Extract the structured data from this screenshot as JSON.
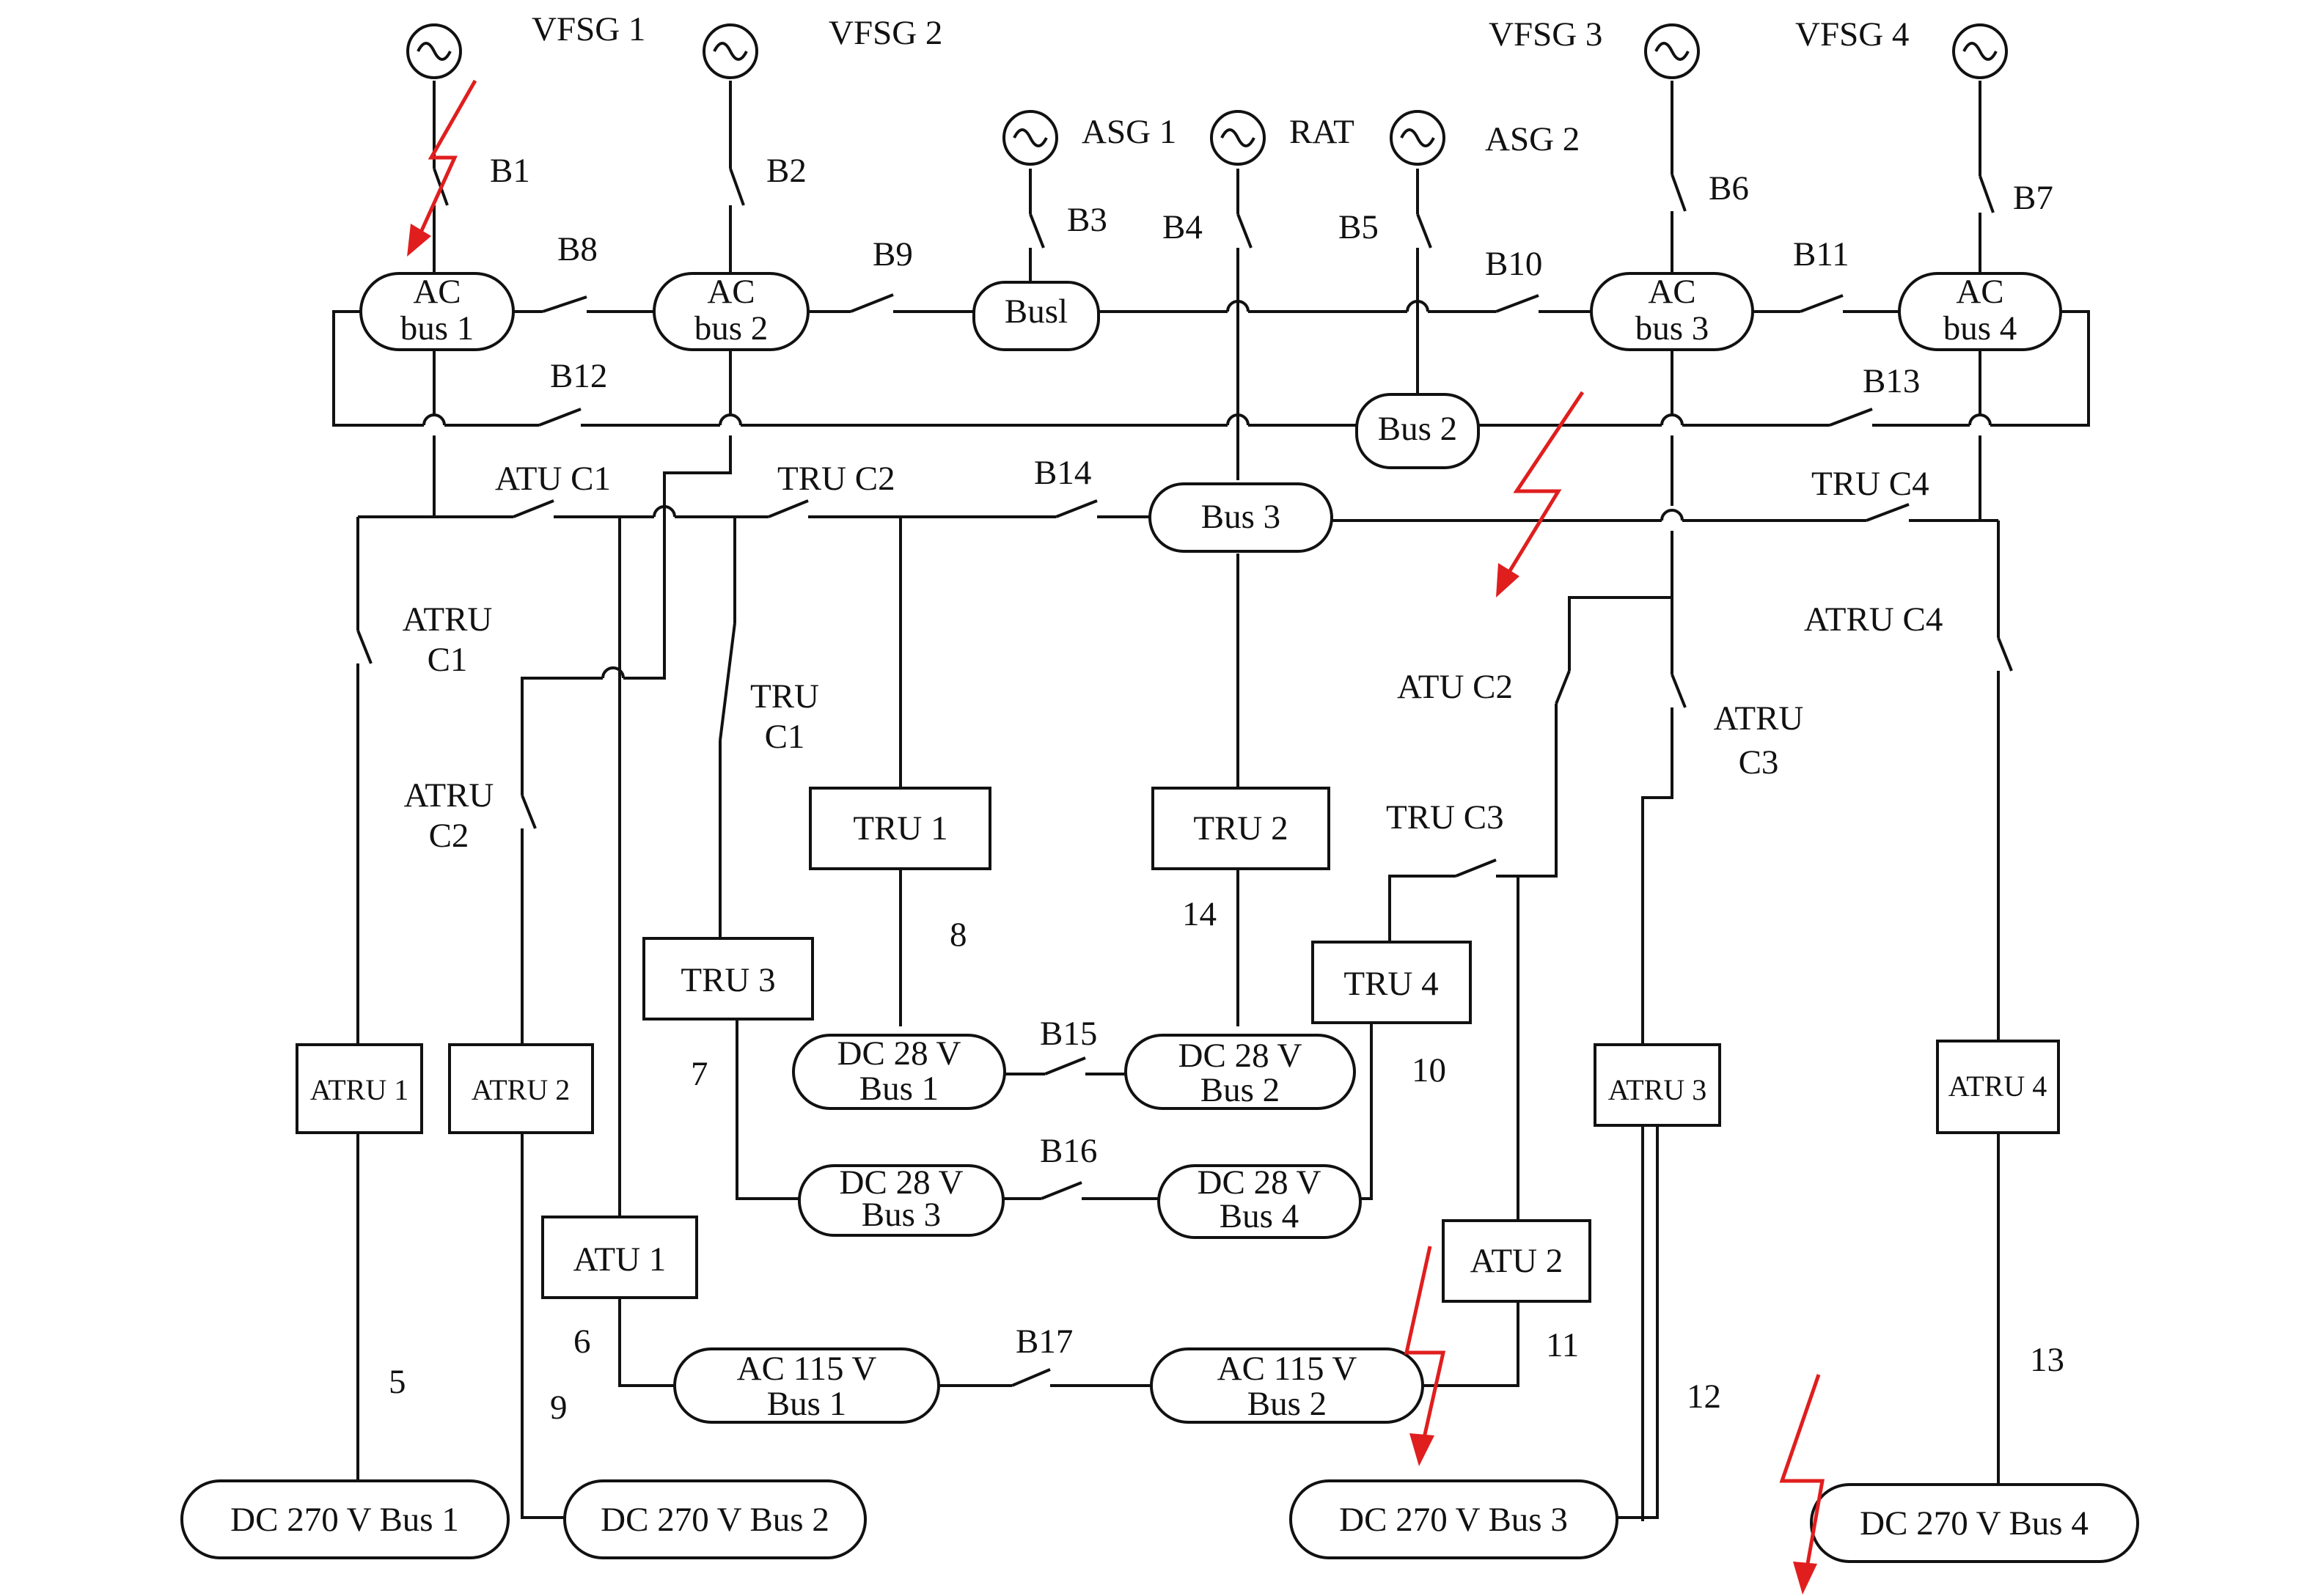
{
  "generators": {
    "vfsg1": "VFSG 1",
    "vfsg2": "VFSG 2",
    "vfsg3": "VFSG 3",
    "vfsg4": "VFSG 4",
    "asg1": "ASG 1",
    "rat": "RAT",
    "asg2": "ASG 2"
  },
  "buses": {
    "ac_bus_1": [
      "AC",
      "bus 1"
    ],
    "ac_bus_2": [
      "AC",
      "bus 2"
    ],
    "ac_bus_3": [
      "AC",
      "bus 3"
    ],
    "ac_bus_4": [
      "AC",
      "bus 4"
    ],
    "bus1": "Busl",
    "bus2": "Bus 2",
    "bus3": "Bus 3",
    "dc28_bus1": [
      "DC 28 V",
      "Bus 1"
    ],
    "dc28_bus2": [
      "DC 28 V",
      "Bus 2"
    ],
    "dc28_bus3": [
      "DC 28 V",
      "Bus 3"
    ],
    "dc28_bus4": [
      "DC 28 V",
      "Bus 4"
    ],
    "ac115_bus1": [
      "AC 115 V",
      "Bus 1"
    ],
    "ac115_bus2": [
      "AC 115 V",
      "Bus 2"
    ],
    "dc270_bus1": "DC 270 V Bus 1",
    "dc270_bus2": "DC 270 V Bus 2",
    "dc270_bus3": "DC 270 V Bus 3",
    "dc270_bus4": "DC 270 V Bus 4"
  },
  "converters": {
    "tru1": "TRU 1",
    "tru2": "TRU 2",
    "tru3": "TRU 3",
    "tru4": "TRU 4",
    "atru1": "ATRU 1",
    "atru2": "ATRU 2",
    "atru3": "ATRU 3",
    "atru4": "ATRU 4",
    "atu1": "ATU 1",
    "atu2": "ATU 2"
  },
  "breakers": {
    "b1": "B1",
    "b2": "B2",
    "b3": "B3",
    "b4": "B4",
    "b5": "B5",
    "b6": "B6",
    "b7": "B7",
    "b8": "B8",
    "b9": "B9",
    "b10": "B10",
    "b11": "B11",
    "b12": "B12",
    "b13": "B13",
    "b14": "B14",
    "b15": "B15",
    "b16": "B16",
    "b17": "B17",
    "atu_c1": "ATU C1",
    "atu_c2": "ATU C2",
    "tru_c2": "TRU C2",
    "tru_c3": "TRU C3",
    "tru_c4": "TRU C4",
    "tru_c1": [
      "TRU",
      "C1"
    ],
    "atru_c1": [
      "ATRU",
      "C1"
    ],
    "atru_c2": [
      "ATRU",
      "C2"
    ],
    "atru_c3": [
      "ATRU",
      "C3"
    ],
    "atru_c4": "ATRU C4"
  },
  "line_numbers": {
    "l5": "5",
    "l6": "6",
    "l7": "7",
    "l8": "8",
    "l9": "9",
    "l10": "10",
    "l11": "11",
    "l12": "12",
    "l13": "13",
    "l14": "14"
  },
  "colors": {
    "line": "#111111",
    "fault": "#e01e1e",
    "background": "#ffffff"
  }
}
